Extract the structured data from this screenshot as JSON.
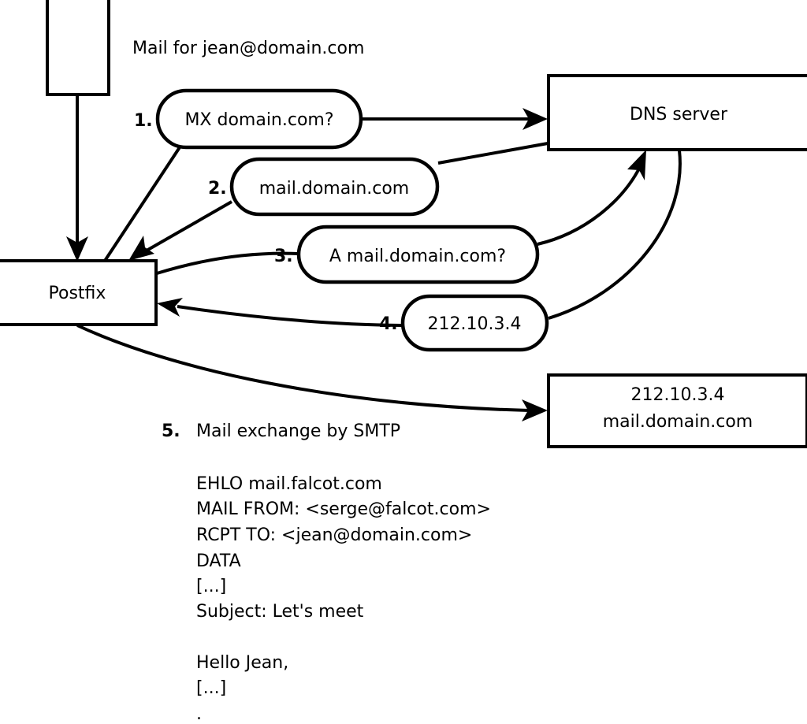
{
  "diagram": {
    "title_caption": "Mail for jean@domain.com",
    "nodes": {
      "sender_box": {
        "label": ""
      },
      "postfix": {
        "label": "Postfix"
      },
      "dns_server": {
        "label": "DNS server"
      },
      "mail_server": {
        "line1": "212.10.3.4",
        "line2": "mail.domain.com"
      }
    },
    "steps": [
      {
        "number": "1.",
        "text": "MX domain.com?"
      },
      {
        "number": "2.",
        "text": "mail.domain.com"
      },
      {
        "number": "3.",
        "text": "A mail.domain.com?"
      },
      {
        "number": "4.",
        "text": "212.10.3.4"
      }
    ],
    "step5": {
      "number": "5.",
      "text": "Mail exchange by SMTP"
    },
    "smtp_transcript": [
      "EHLO mail.falcot.com",
      "MAIL FROM: <serge@falcot.com>",
      "RCPT TO: <jean@domain.com>",
      "DATA",
      "[...]",
      "Subject: Let's meet",
      "",
      "Hello Jean,",
      "[...]",
      "."
    ],
    "colors": {
      "stroke": "#000000",
      "fill": "#ffffff",
      "text": "#000000"
    }
  }
}
